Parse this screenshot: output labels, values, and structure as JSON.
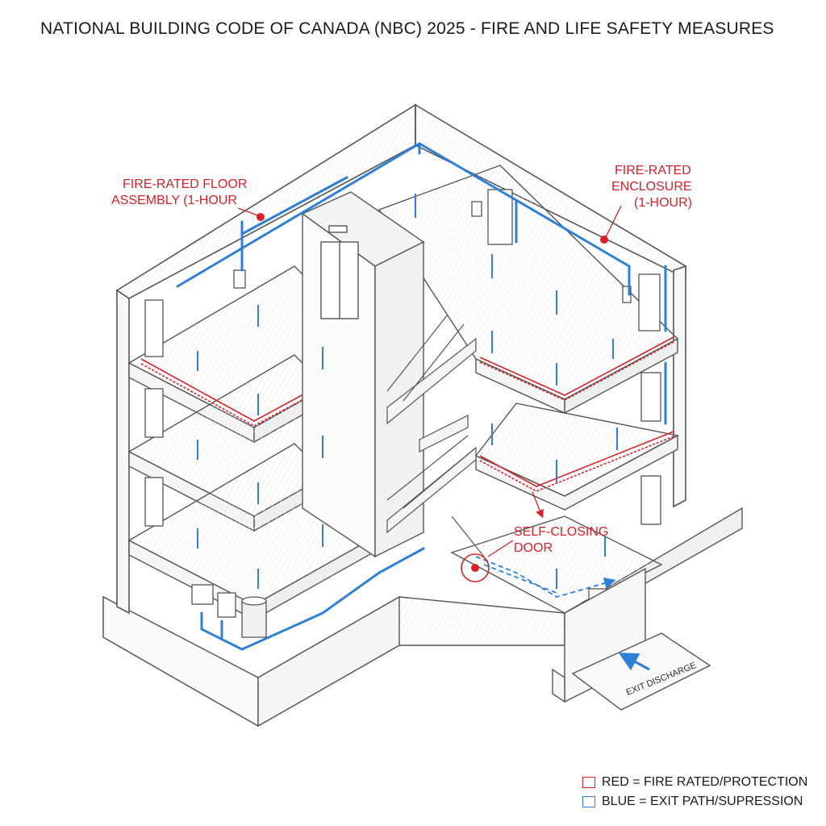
{
  "title": "NATIONAL BUILDING CODE OF CANADA (NBC) 2025 - FIRE AND LIFE SAFETY MEASURES",
  "labels": {
    "floor_assembly": [
      "FIRE-RATED FLOOR",
      "ASSEMBLY (1-HOUR"
    ],
    "enclosure": [
      "FIRE-RATED",
      "ENCLOSURE",
      "(1-HOUR)"
    ],
    "self_closing_door": [
      "SELF-CLOSING",
      "DOOR"
    ],
    "exit_discharge": "EXIT DISCHARGE"
  },
  "legend": [
    {
      "text": "RED = FIRE RATED/PROTECTION",
      "color": "#d8202a"
    },
    {
      "text": "BLUE = EXIT PATH/SUPRESSION",
      "color": "#2f7fd6"
    }
  ],
  "colors": {
    "fire_rated": "#d8202a",
    "exit_suppression": "#2f7fd6",
    "line": "#555555"
  },
  "icons": [
    "door-icon",
    "sprinkler-head-icon",
    "fire-pump-icon",
    "exit-arrow-icon",
    "pull-station-icon"
  ]
}
